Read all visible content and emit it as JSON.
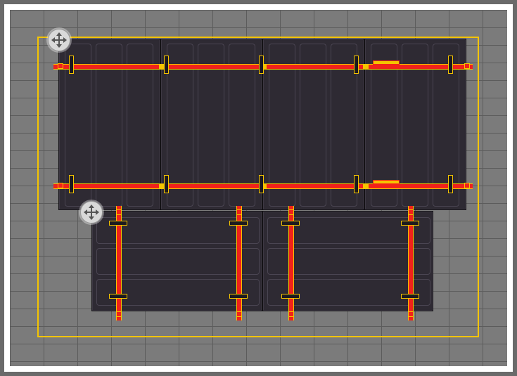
{
  "canvas": {
    "background_color": "#6a6a6a",
    "frame_color": "#ffffff",
    "roof_tile_color": "#7b7b7b",
    "roof_grout_color": "#5c5c5c",
    "boundary_color": "#f5c400"
  },
  "arrays": [
    {
      "name": "upper-array",
      "orientation": "portrait",
      "panel_count": 4,
      "rail_color": "#f1221a",
      "rail_count": 2
    },
    {
      "name": "lower-array",
      "orientation": "landscape",
      "panel_count": 2,
      "rail_color": "#f1221a",
      "rail_count": 4
    }
  ],
  "handles": [
    {
      "icon": "move-arrows-icon",
      "target": "upper-array"
    },
    {
      "icon": "move-arrows-icon",
      "target": "lower-array"
    }
  ],
  "panel_color": "#2e2a33",
  "clamp_color": "#1c1a1f",
  "highlight_color": "#f5c400"
}
